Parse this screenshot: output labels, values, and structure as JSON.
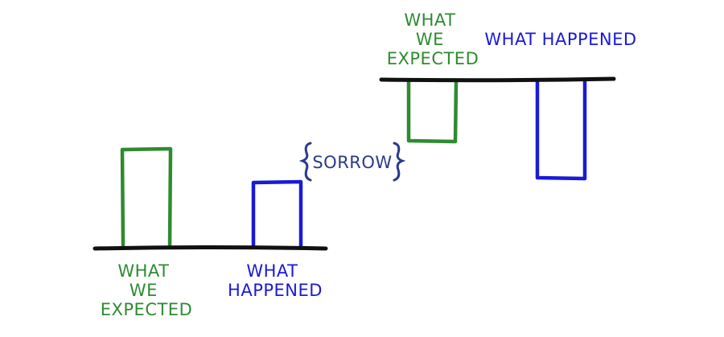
{
  "colors": {
    "expected": "#2e8b30",
    "happened": "#1a1ad6",
    "baseline": "#111111",
    "sorrow": "#2b3a8c"
  },
  "left_panel": {
    "expected_label": [
      "WHAT",
      "WE",
      "EXPECTED"
    ],
    "happened_label": [
      "WHAT",
      "HAPPENED"
    ]
  },
  "sorrow_label": "SORROW",
  "right_panel": {
    "expected_label": [
      "WHAT",
      "WE",
      "EXPECTED"
    ],
    "happened_label": [
      "WHAT HAPPENED"
    ]
  }
}
